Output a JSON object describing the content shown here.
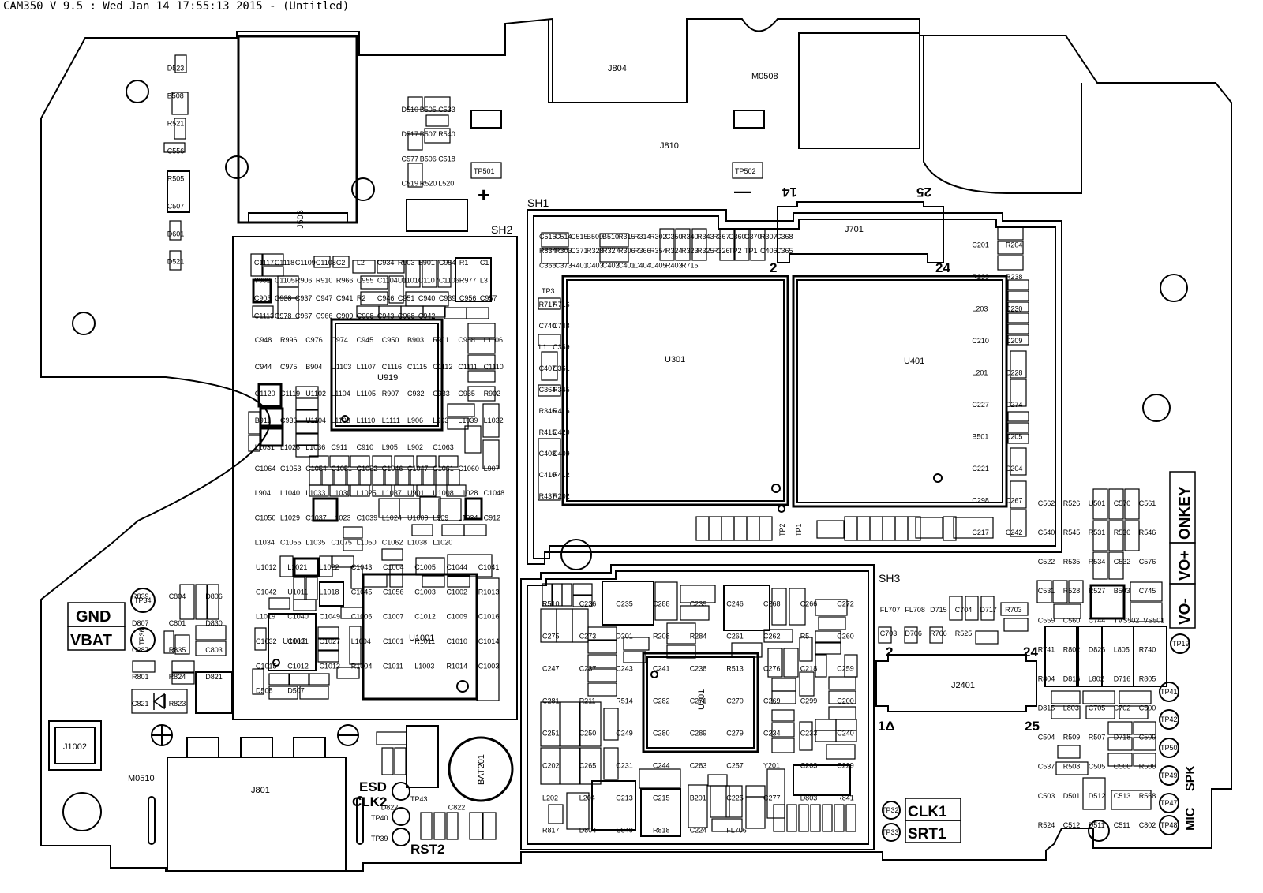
{
  "app_title": "CAM350 V 9.5 : Wed Jan 14 17:55:13 2015 - (Untitled)",
  "colors": {
    "ink": "#000000",
    "paper": "#ffffff"
  },
  "shields": [
    {
      "id": "sh1",
      "label": "SH1"
    },
    {
      "id": "sh2",
      "label": "SH2"
    },
    {
      "id": "sh3",
      "label": "SH3"
    }
  ],
  "ics": [
    {
      "id": "u919",
      "label": "U919"
    },
    {
      "id": "u301",
      "label": "U301"
    },
    {
      "id": "u401",
      "label": "U401"
    },
    {
      "id": "u1001",
      "label": "U1001"
    },
    {
      "id": "u201",
      "label": "U201"
    },
    {
      "id": "u1013",
      "label": "U1013"
    },
    {
      "id": "j2401",
      "label": "J2401"
    },
    {
      "id": "j701",
      "label": "J701"
    },
    {
      "id": "j801",
      "label": "J801"
    },
    {
      "id": "j1002",
      "label": "J1002"
    },
    {
      "id": "j503",
      "label": "J503"
    },
    {
      "id": "j804",
      "label": "J804"
    },
    {
      "id": "j810",
      "label": "J810"
    },
    {
      "id": "m0508",
      "label": "M0508"
    },
    {
      "id": "m0510",
      "label": "M0510"
    },
    {
      "id": "bat201",
      "label": "BAT201"
    }
  ],
  "connector_pins": {
    "j701_left": "14",
    "j701_right": "25",
    "j701_bl": "2",
    "j701_br": "24",
    "j2401_tl": "2",
    "j2401_tr": "24",
    "j2401_bl": "1Δ",
    "j2401_br": "25"
  },
  "test_points": [
    "TP34",
    "TP36",
    "TP43",
    "TP40",
    "TP39",
    "TP32",
    "TP33",
    "TP19",
    "TP41",
    "TP42",
    "TP50",
    "TP49",
    "TP47",
    "TP48",
    "TP501",
    "TP502",
    "TP1",
    "TP2",
    "TP3"
  ],
  "big_labels": {
    "gnd": "GND",
    "vbat": "VBAT",
    "clk1": "CLK1",
    "srt1": "SRT1",
    "esd": "ESD",
    "clk2": "CLK2",
    "rst2": "RST2",
    "vo_minus": "VO-",
    "vo_plus": "VO+",
    "onkey": "ONKEY",
    "mic": "MIC",
    "spk": "SPK",
    "plus": "+",
    "minus": "—"
  },
  "parts": [
    "D523",
    "B508",
    "R521",
    "C556",
    "R505",
    "C507",
    "D601",
    "D521",
    "D510",
    "B505",
    "C533",
    "D517",
    "B507",
    "R540",
    "C577",
    "B506",
    "C518",
    "C519",
    "R520",
    "L520",
    "C1117",
    "C1118",
    "C1109",
    "C1108",
    "C2",
    "L2",
    "C934",
    "R903",
    "B901",
    "C954",
    "R1",
    "C1",
    "Y902",
    "C1105",
    "R906",
    "R910",
    "R966",
    "C955",
    "C1104",
    "U1101",
    "C1107",
    "C1106",
    "R977",
    "L3",
    "C903",
    "C938",
    "C937",
    "C947",
    "C941",
    "R2",
    "C946",
    "C951",
    "C940",
    "C939",
    "C956",
    "C957",
    "C1113",
    "C978",
    "C967",
    "C966",
    "C909",
    "C908",
    "C943",
    "C968",
    "C942",
    "C948",
    "R996",
    "C976",
    "C974",
    "C945",
    "C950",
    "B903",
    "R911",
    "C958",
    "L1106",
    "C944",
    "C975",
    "B904",
    "U1103",
    "L1107",
    "C1116",
    "C1115",
    "C1112",
    "C1111",
    "C1110",
    "C1120",
    "C1119",
    "U1102",
    "L1104",
    "L1105",
    "R907",
    "C932",
    "C933",
    "C935",
    "R902",
    "B911",
    "C936",
    "U1104",
    "L1103",
    "L1110",
    "L1111",
    "L906",
    "L903",
    "L1039",
    "L1032",
    "L1031",
    "L1026",
    "L1036",
    "C911",
    "C910",
    "L905",
    "L902",
    "C1063",
    "C1064",
    "C1053",
    "C1054",
    "C1051",
    "C1052",
    "C1046",
    "C1047",
    "C1061",
    "C1060",
    "L907",
    "L904",
    "L1040",
    "L1033",
    "L1030",
    "L1025",
    "L1037",
    "U901",
    "U1008",
    "L1028",
    "C1048",
    "C1050",
    "L1029",
    "C1037",
    "L1023",
    "C1039",
    "L1024",
    "U1009",
    "L909",
    "L1034",
    "C912",
    "L1034",
    "C1055",
    "L1035",
    "C1075",
    "L1050",
    "C1062",
    "L1038",
    "L1020",
    "U1012",
    "L1021",
    "L1022",
    "C1043",
    "C1004",
    "C1005",
    "C1044",
    "C1041",
    "C1042",
    "U1011",
    "L1018",
    "C1045",
    "C1056",
    "C1003",
    "C1002",
    "R1013",
    "L1019",
    "C1040",
    "C1049",
    "C1006",
    "C1007",
    "C1012",
    "C1009",
    "C1016",
    "C1032",
    "C1031",
    "C1027",
    "L1004",
    "C1001",
    "R1011",
    "C1010",
    "C1014",
    "C1015",
    "C1012",
    "C1013",
    "R1004",
    "C1011",
    "L1003",
    "R1014",
    "C1003",
    "D508",
    "D507",
    "C516",
    "C514",
    "C515",
    "B509",
    "B510",
    "R315",
    "R314",
    "R302",
    "C350",
    "R340",
    "R343",
    "R367",
    "C360",
    "C370",
    "R307",
    "C368",
    "R834",
    "R303",
    "C371",
    "R328",
    "R327",
    "R306",
    "R366",
    "R354",
    "R324",
    "R323",
    "R325",
    "R326",
    "TP2",
    "TP1",
    "C406",
    "C365",
    "C366",
    "C373",
    "R401",
    "C403",
    "C402",
    "C401",
    "C404",
    "C405",
    "R403",
    "R715",
    "R717",
    "R716",
    "C740",
    "C743",
    "L1",
    "C359",
    "C407",
    "C361",
    "C364",
    "R345",
    "R346",
    "R416",
    "R415",
    "C429",
    "C408",
    "C409",
    "C410",
    "R412",
    "R437",
    "R202",
    "C201",
    "R204",
    "R239",
    "R238",
    "L203",
    "C230",
    "C210",
    "C209",
    "L201",
    "C228",
    "C227",
    "C274",
    "B501",
    "C205",
    "C221",
    "C204",
    "C298",
    "C267",
    "C217",
    "C242",
    "R510",
    "C236",
    "C235",
    "C288",
    "C239",
    "C246",
    "C268",
    "C266",
    "C272",
    "C275",
    "C273",
    "D201",
    "R208",
    "R284",
    "C261",
    "C262",
    "R5",
    "C260",
    "C247",
    "C237",
    "C243",
    "C241",
    "C238",
    "R513",
    "C276",
    "C218",
    "C259",
    "C281",
    "R211",
    "R514",
    "C282",
    "C271",
    "C270",
    "C269",
    "C299",
    "C200",
    "C251",
    "C250",
    "C249",
    "C280",
    "C289",
    "C279",
    "C234",
    "C233",
    "C240",
    "C202",
    "C265",
    "C231",
    "C244",
    "C283",
    "C257",
    "Y201",
    "C203",
    "C229",
    "L202",
    "L204",
    "C213",
    "C215",
    "B201",
    "C225",
    "C277",
    "D803",
    "R841",
    "R817",
    "D804",
    "C840",
    "R818",
    "C224",
    "FL706",
    "FL707",
    "FL708",
    "D715",
    "C704",
    "D717",
    "R703",
    "C703",
    "D706",
    "R766",
    "R525",
    "C562",
    "R526",
    "U501",
    "C570",
    "C561",
    "C540",
    "R545",
    "R531",
    "R530",
    "R546",
    "C522",
    "R535",
    "R534",
    "C532",
    "C576",
    "C531",
    "R528",
    "R527",
    "B503",
    "C745",
    "C559",
    "C560",
    "C744",
    "TVS502",
    "TVS501",
    "R741",
    "R802",
    "D826",
    "L805",
    "R740",
    "R804",
    "D816",
    "L802",
    "D716",
    "R805",
    "D815",
    "L803",
    "C705",
    "C702",
    "C500",
    "C504",
    "R509",
    "R507",
    "D718",
    "C509",
    "C537",
    "R508",
    "C505",
    "C506",
    "R506",
    "C503",
    "D501",
    "D512",
    "C513",
    "R568",
    "R524",
    "C512",
    "D511",
    "C511",
    "C802",
    "R839",
    "C804",
    "D806",
    "D807",
    "C801",
    "D830",
    "C287",
    "R835",
    "C803",
    "R801",
    "R824",
    "D821",
    "C821",
    "R823",
    "D822",
    "C822"
  ]
}
